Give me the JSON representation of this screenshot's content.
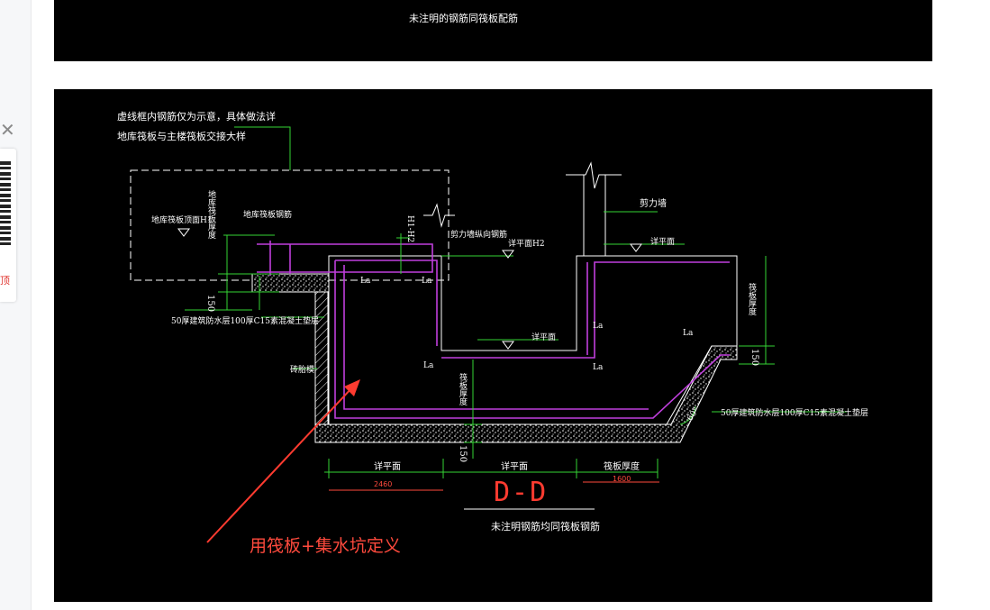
{
  "sidebar": {
    "close_glyph": "✕",
    "vertical_text": "顶"
  },
  "top_panel": {
    "caption": "未注明的钢筋同筏板配筋"
  },
  "drawing": {
    "note_line1": "虚线框内钢筋仅为示意，具体做法详",
    "note_line2": "地库筏板与主楼筏板交接大样",
    "label_basement_slab_top": "地库筏板顶面H1",
    "label_basement_slab_thickness": "地库筏板厚度",
    "label_basement_slab_rebar": "地库筏板钢筋",
    "label_h1_h2": "H1-H2",
    "label_shear_wall_rebar": "剪力墙纵向钢筋",
    "label_slab_top_h2": "详平面H2",
    "label_shear_wall": "剪力墙",
    "label_see_plan_1": "详平面",
    "label_see_plan_2": "详平面",
    "label_raft_thickness_right": "筏板厚度",
    "label_raft_thickness_center": "筏板厚度",
    "label_la_1": "La",
    "label_la_2": "La",
    "label_la_3": "La",
    "label_la_4": "La",
    "label_la_5": "La",
    "label_la_6": "La",
    "label_150_left": "150",
    "label_150_right": "150",
    "label_150_bottom": "150",
    "label_waterproof_left": "50厚建筑防水层100厚C15素混凝土垫层",
    "label_waterproof_right": "50厚建筑防水层100厚C15素混凝土垫层",
    "label_brick_mold": "砖胎模",
    "label_angle": "60°",
    "dim_label_1": "详平面",
    "dim_label_2": "详平面",
    "dim_label_3": "筏板厚度",
    "dim_value_1": "2460",
    "dim_value_2": "1600",
    "section_id": "D-D",
    "bottom_caption": "未注明钢筋均同筏板钢筋",
    "annotation": "用筏板+集水坑定义"
  },
  "colors": {
    "cad_background": "#000000",
    "cad_outline": "#ffffff",
    "rebar": "#c03fdd",
    "dimension": "#35d335",
    "annotation": "#ff4a3d",
    "side_bg": "#f6f7f9"
  }
}
